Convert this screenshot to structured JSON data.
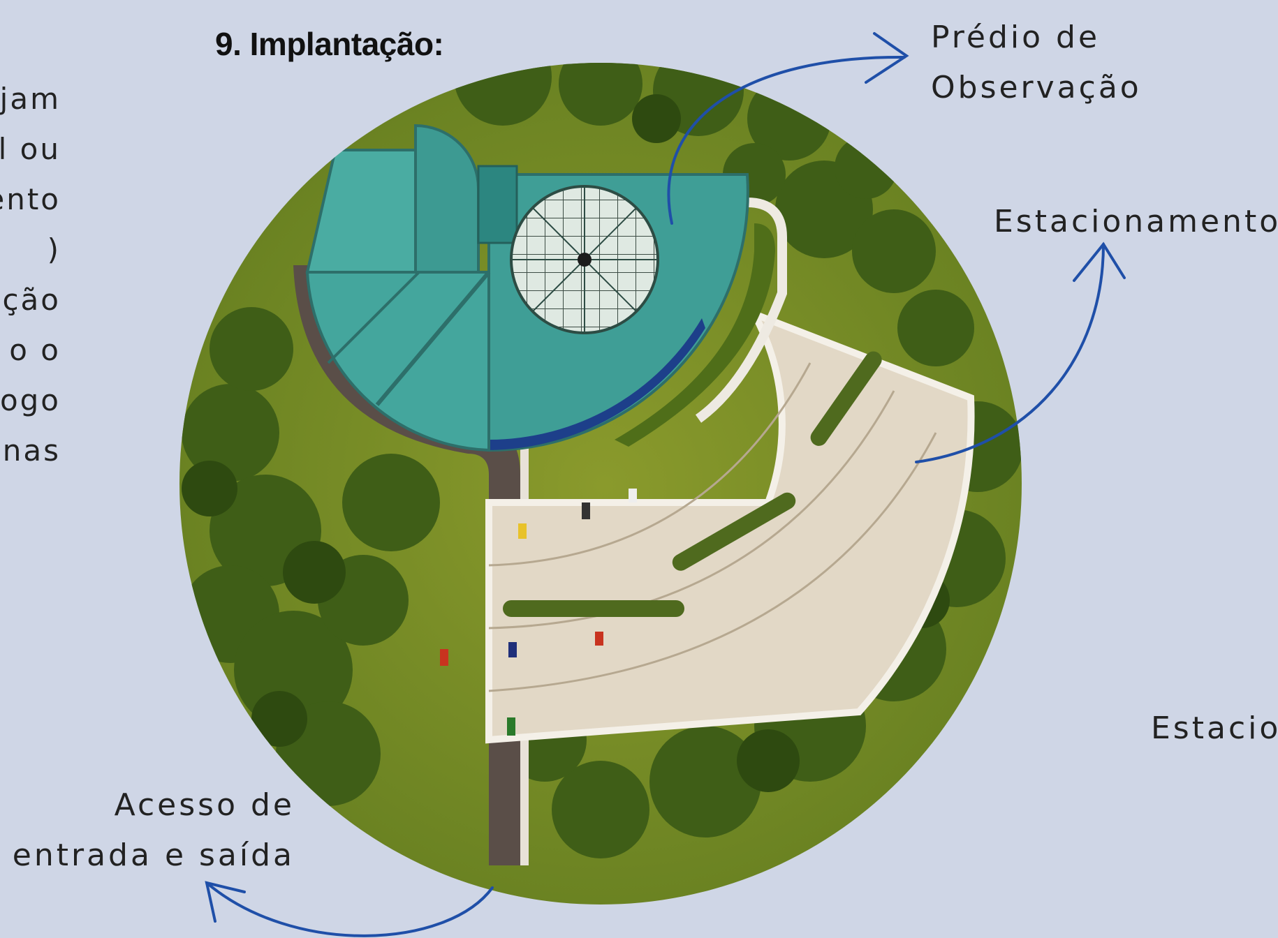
{
  "heading": "9. Implantação:",
  "left_text_lines": [
    "jam",
    "l ou",
    "ento",
    ")",
    "ção",
    "o  o",
    "ogo",
    "nas"
  ],
  "labels": {
    "observation_line1": "Prédio de",
    "observation_line2": "Observação",
    "parking": "Estacionamento",
    "parking_cropped": "Estacior",
    "access_line1": "Acesso de",
    "access_line2": "entrada e saída"
  },
  "colors": {
    "background": "#cfd6e6",
    "arrow": "#1f4fa8",
    "vegetation": "#5d7a1e",
    "building": "#3f9e96"
  }
}
